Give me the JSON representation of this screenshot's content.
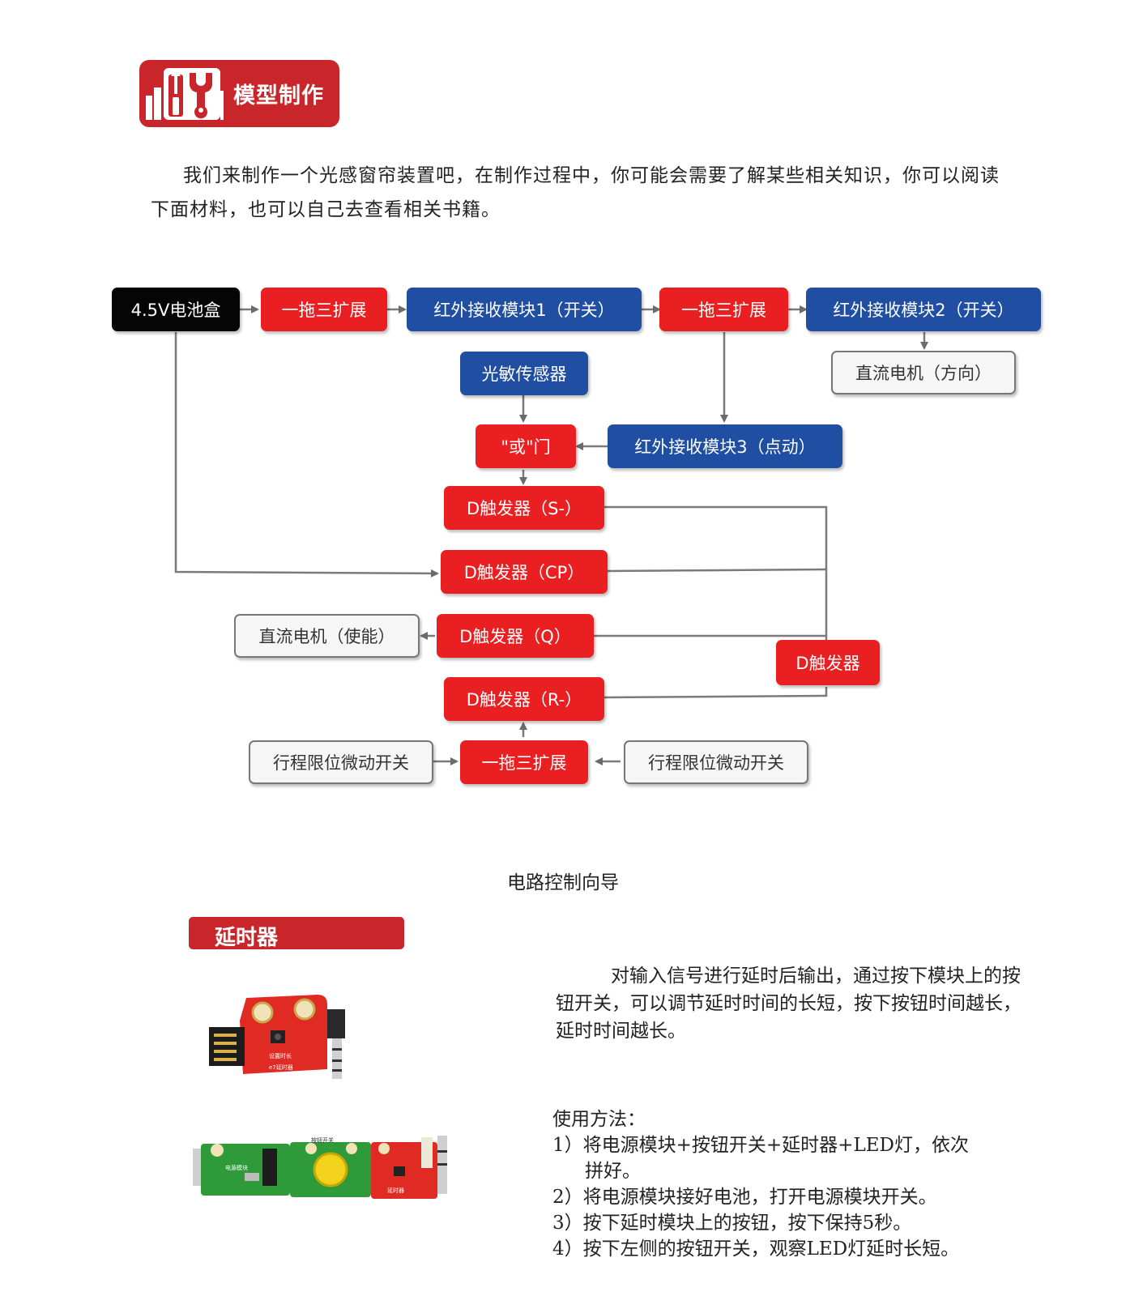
{
  "header": {
    "title": "模型制作",
    "icon": "tools-icon"
  },
  "intro": "我们来制作一个光感窗帘装置吧，在制作过程中，你可能会需要了解某些相关知识，你可以阅读下面材料，也可以自己去查看相关书籍。",
  "diagram": {
    "nodes": {
      "battery": "4.5V电池盒",
      "ext1": "一拖三扩展",
      "ir1": "红外接收模块1（开关）",
      "ext2": "一拖三扩展",
      "ir2": "红外接收模块2（开关）",
      "motor_dir": "直流电机（方向）",
      "light_sensor": "光敏传感器",
      "or_gate": "\"或\"门",
      "ir3": "红外接收模块3（点动）",
      "d_s": "D触发器（S-）",
      "d_cp": "D触发器（CP）",
      "motor_en": "直流电机（使能）",
      "d_q": "D触发器（Q）",
      "d_main": "D触发器",
      "d_r": "D触发器（R-）",
      "limit_left": "行程限位微动开关",
      "ext3": "一拖三扩展",
      "limit_right": "行程限位微动开关"
    },
    "caption": "电路控制向导"
  },
  "section": {
    "title": "延时器",
    "description": "对输入信号进行延时后输出，通过按下模块上的按钮开关，可以调节延时时间的长短，按下按钮时间越长，延时时间越长。",
    "usage_title": "使用方法：",
    "steps": [
      "1）将电源模块+按钮开关+延时器+LED灯，依次",
      "拼好。",
      "2）将电源模块接好电池，打开电源模块开关。",
      "3）按下延时模块上的按钮，按下保持5秒。",
      "4）按下左侧的按钮开关，观察LED灯延时长短。"
    ],
    "photo_labels": {
      "module_button": "设置时长",
      "module_name": "e7延时器",
      "power_label": "电源模块",
      "switch_label": "按钮开关",
      "delay_label": "延时器"
    }
  }
}
